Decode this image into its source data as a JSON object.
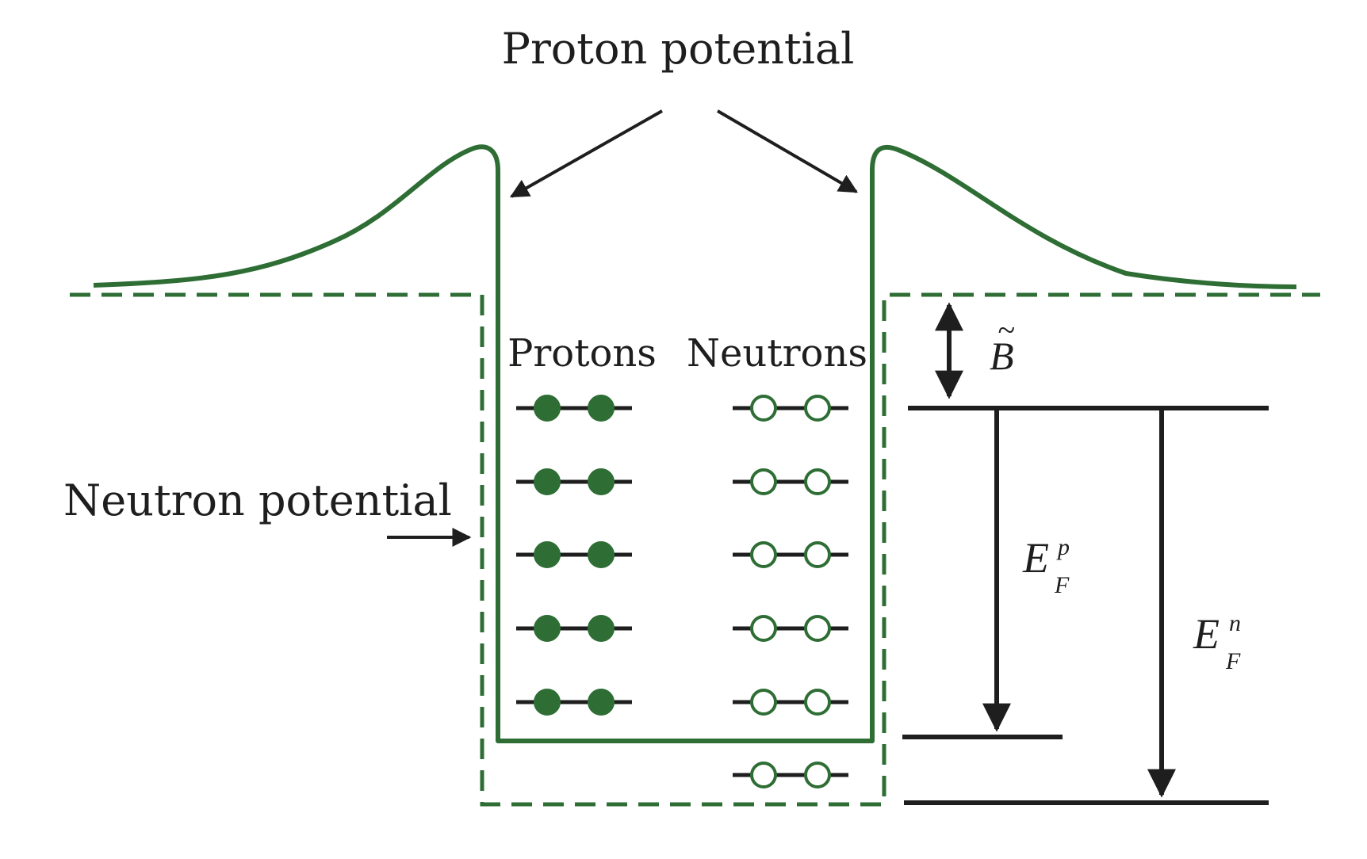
{
  "labels": {
    "proton_potential": "Proton potential",
    "neutron_potential": "Neutron potential",
    "protons": "Protons",
    "neutrons": "Neutrons"
  },
  "symbols": {
    "binding": {
      "base": "B",
      "accent": "~"
    },
    "fermi_proton": {
      "base": "E",
      "sup": "p",
      "sub": "F"
    },
    "fermi_neutron": {
      "base": "E",
      "sup": "n",
      "sub": "F"
    }
  },
  "levels": {
    "proton_levels": 5,
    "neutron_levels": 6,
    "particles_per_level": 2
  },
  "colors": {
    "potential_green": "#2e6e35",
    "ink": "#1e1e1e",
    "background": "#ffffff"
  }
}
